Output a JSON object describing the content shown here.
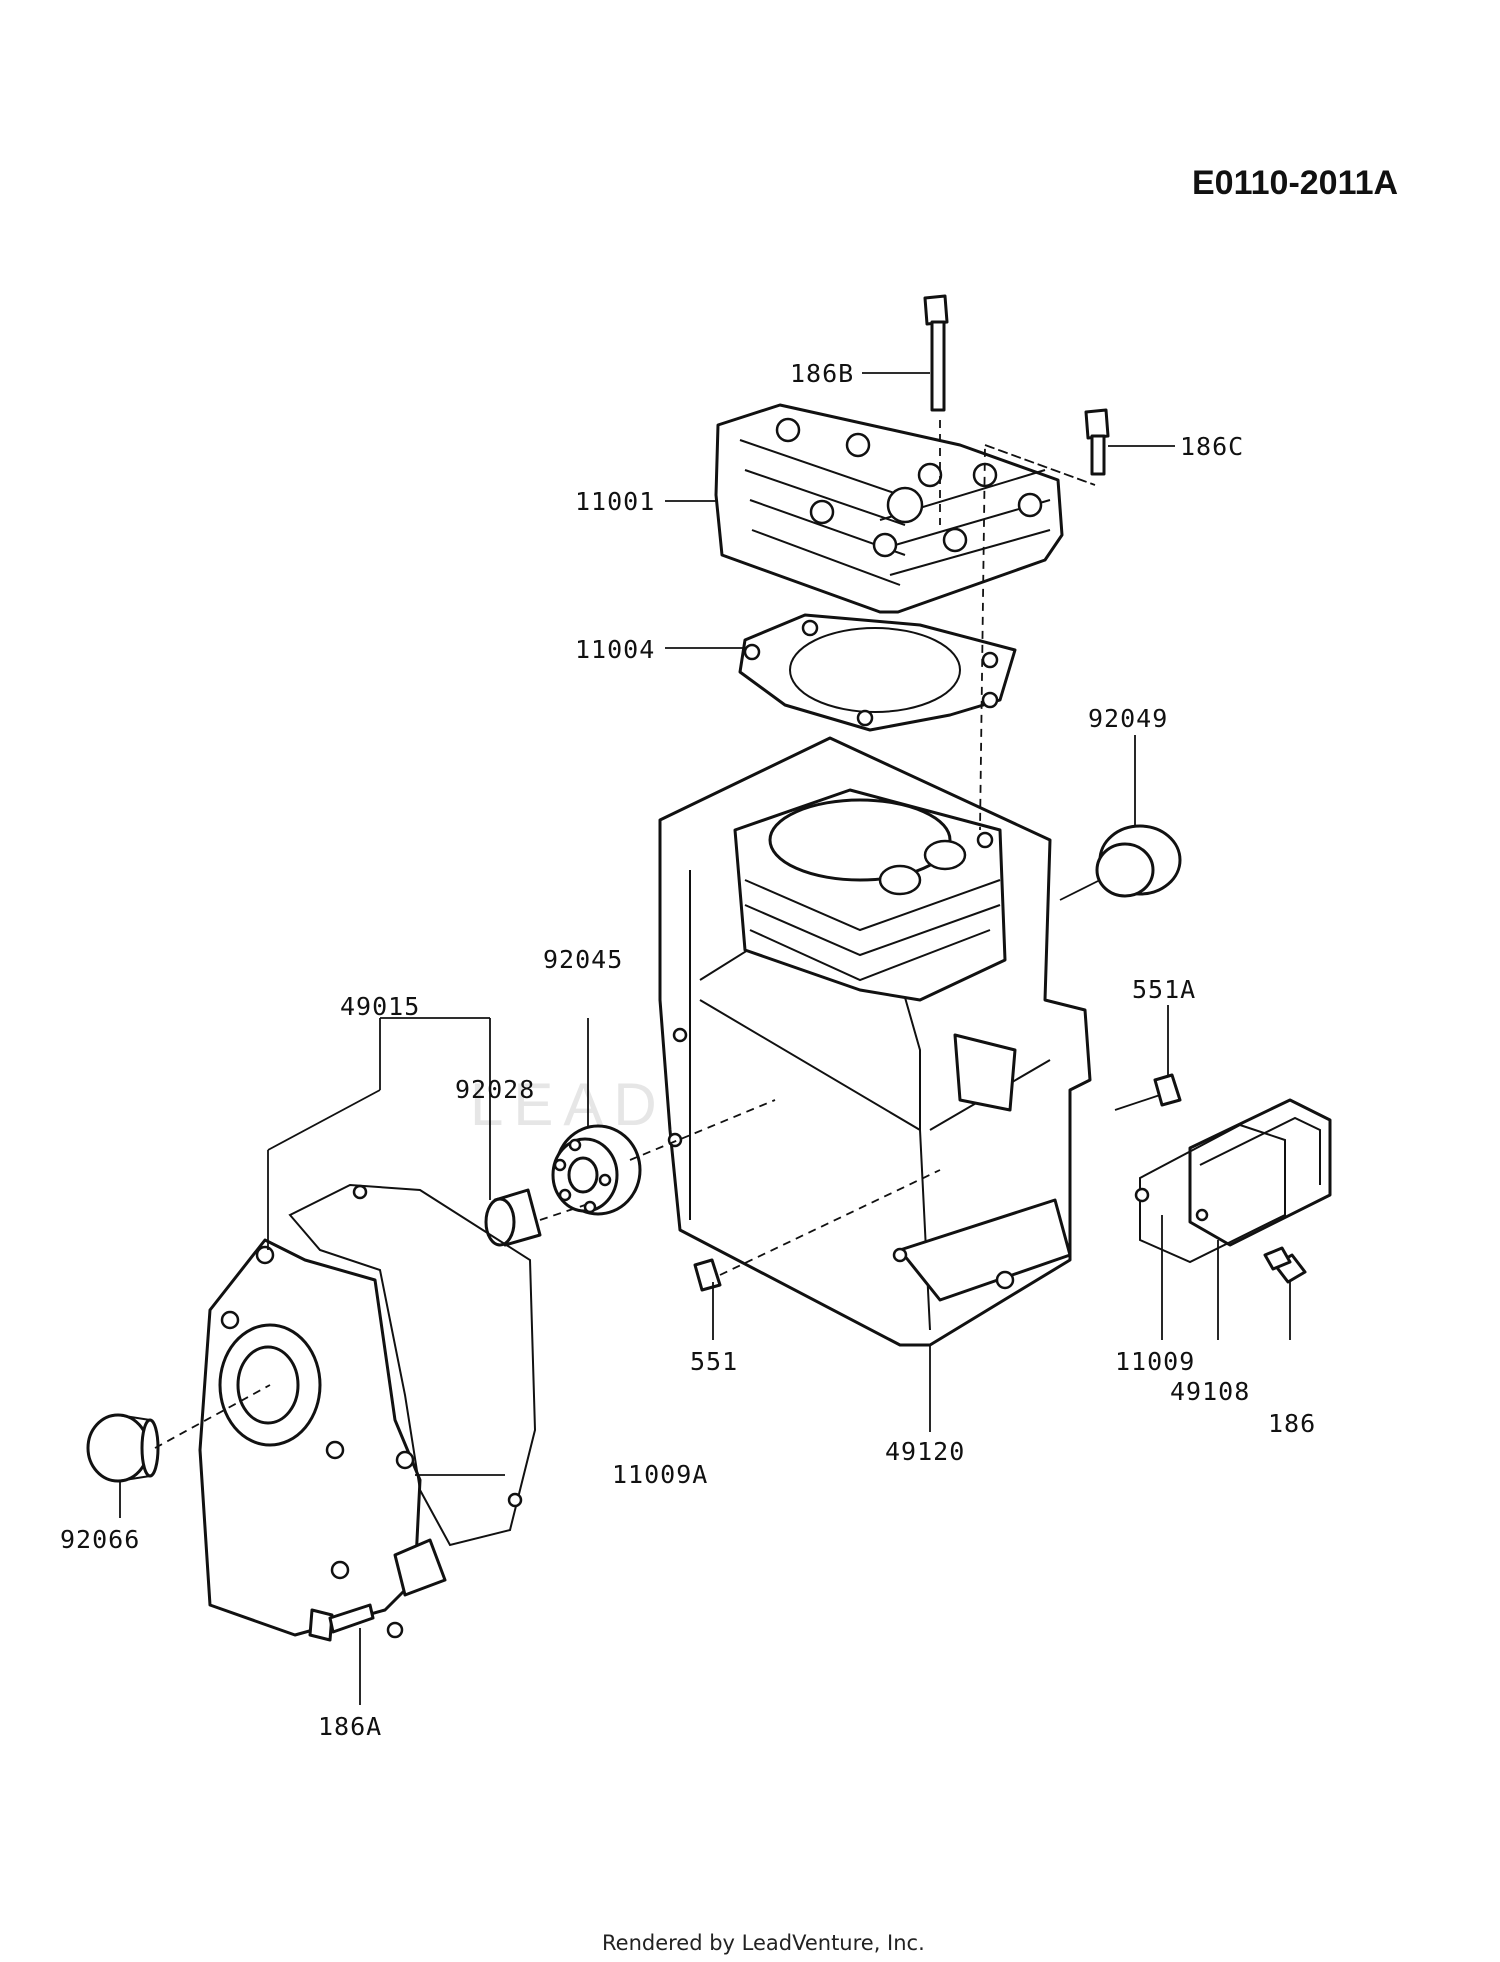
{
  "diagram": {
    "code": "E0110-2011A",
    "watermark": "LEADVENTURE",
    "footer": "Rendered by LeadVenture, Inc.",
    "labels": {
      "p186B": "186B",
      "p186C": "186C",
      "p11001": "11001",
      "p11004": "11004",
      "p92049": "92049",
      "p49015": "49015",
      "p92045": "92045",
      "p92028": "92028",
      "p551A": "551A",
      "p551": "551",
      "p11009": "11009",
      "p49108": "49108",
      "p186": "186",
      "p49120": "49120",
      "p11009A": "11009A",
      "p92066": "92066",
      "p186A": "186A"
    }
  }
}
